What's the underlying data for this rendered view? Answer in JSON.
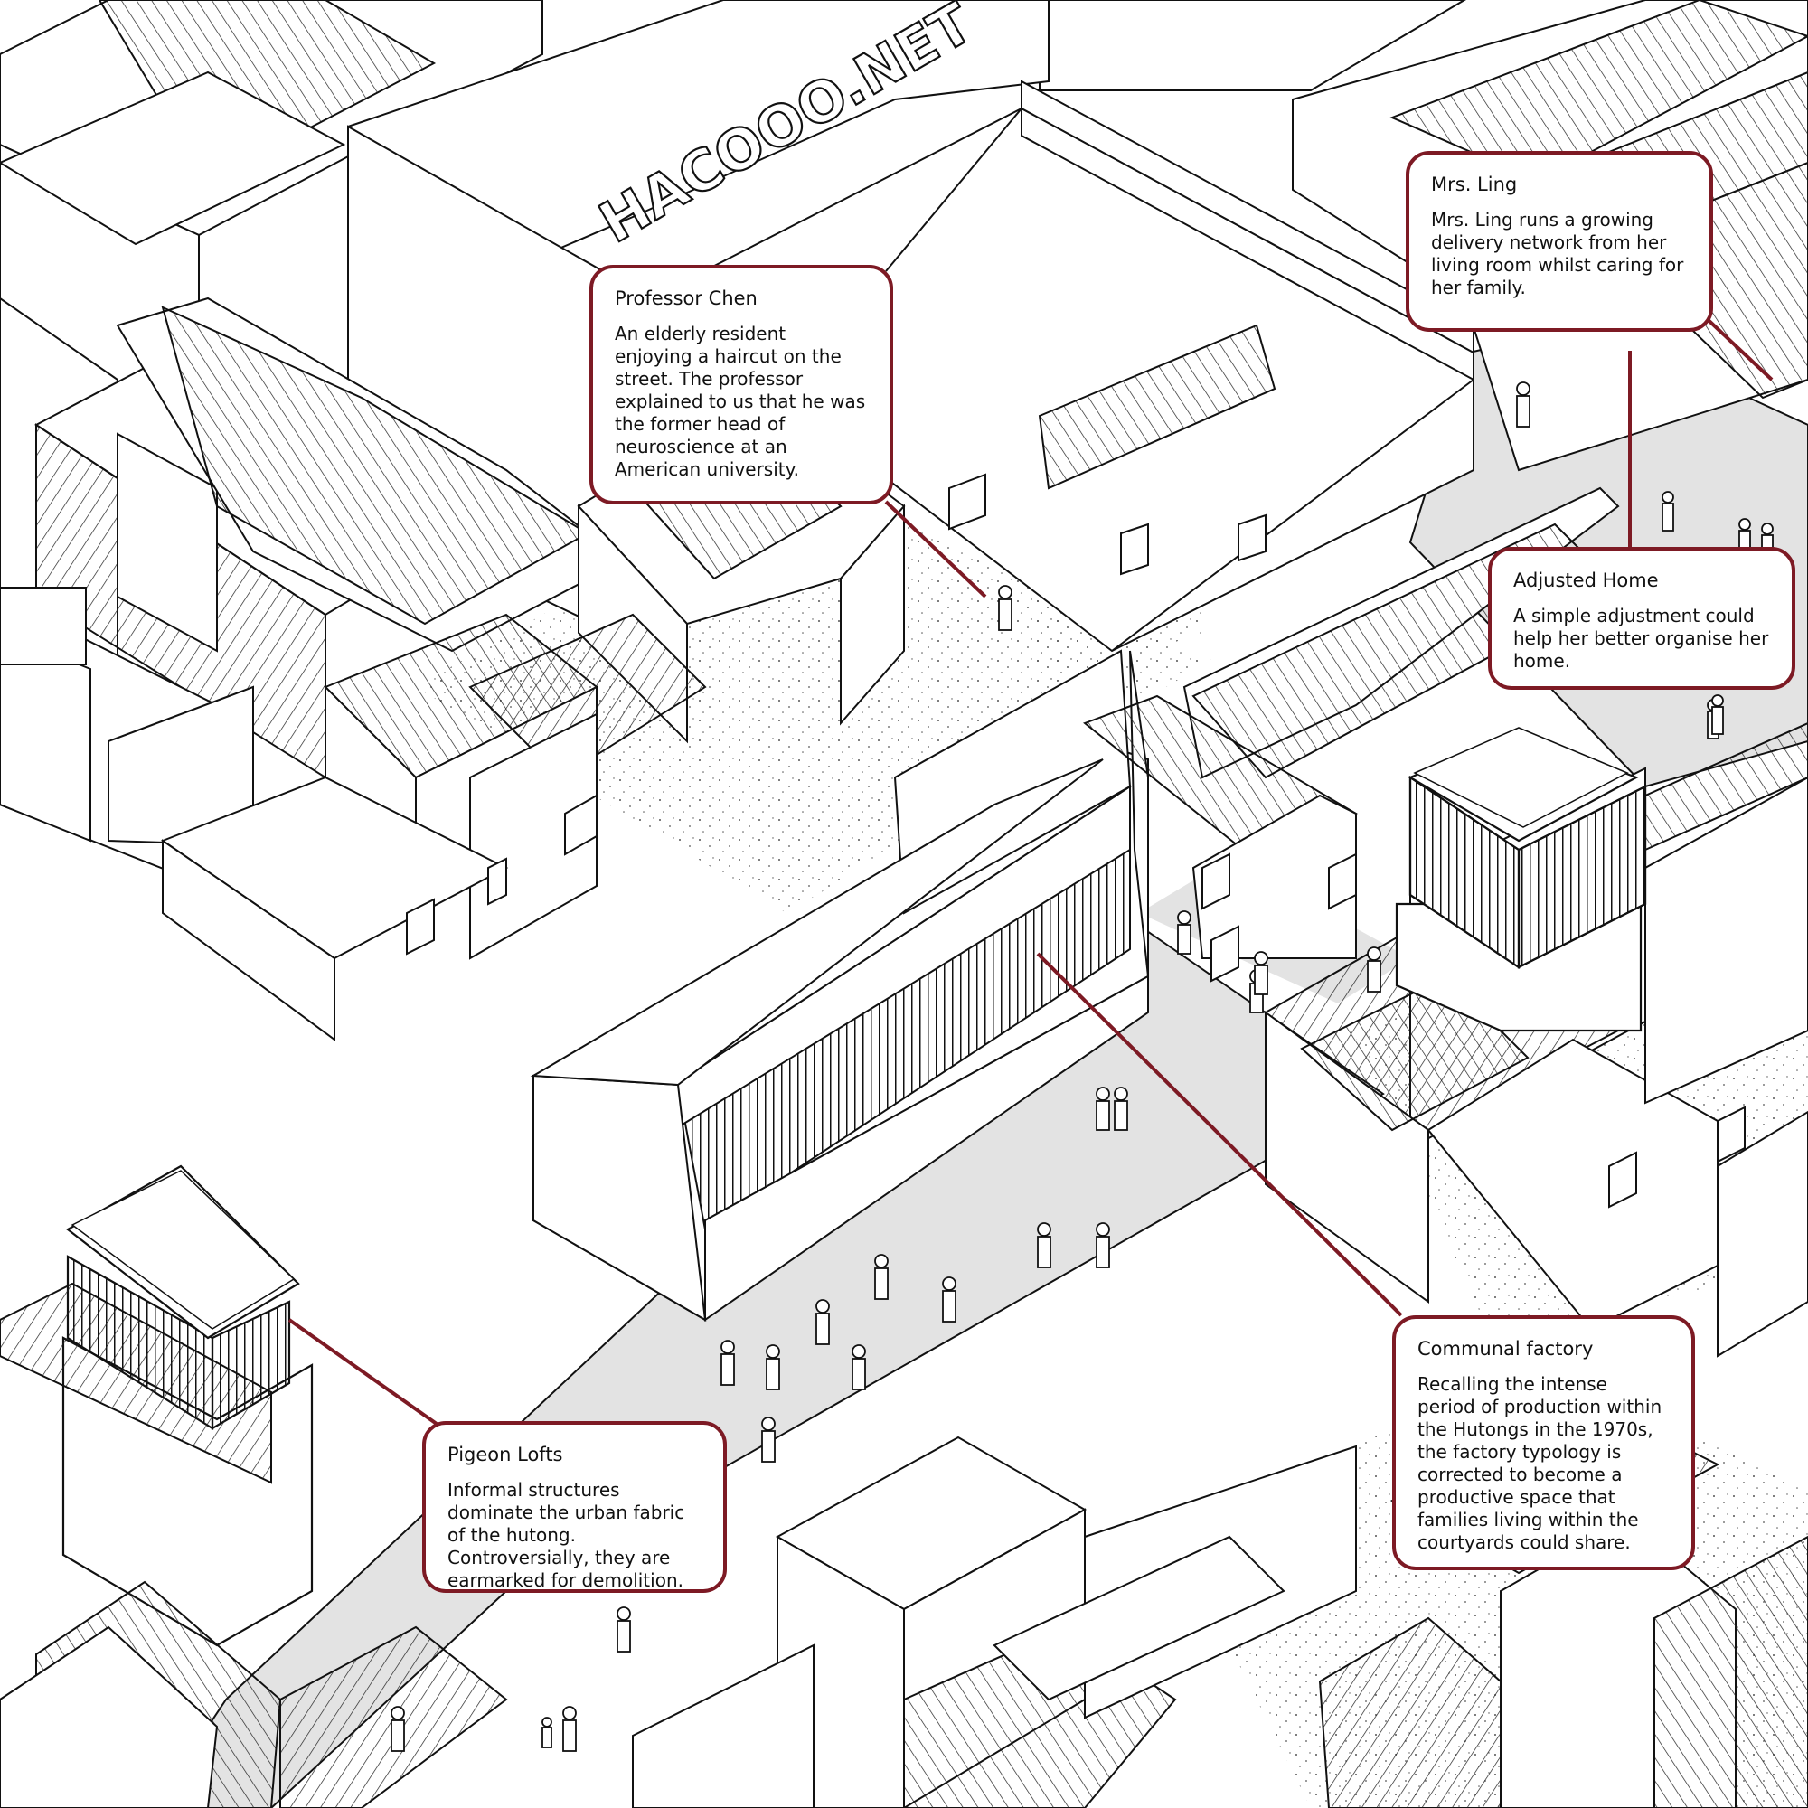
{
  "colors": {
    "accent": "#7d1a24",
    "line": "#111111",
    "street": "#e3e3e3",
    "paper": "#ffffff"
  },
  "signage": {
    "text": "HACOOO.NET"
  },
  "callouts": [
    {
      "key": "professor",
      "title": "Professor Chen",
      "body": "An elderly resident enjoying a haircut on the street. The professor explained to us that he was the former head of neuroscience at an American university."
    },
    {
      "key": "ling",
      "title": "Mrs. Ling",
      "body": "Mrs. Ling runs a growing delivery network from her living room whilst caring for her family."
    },
    {
      "key": "adjusted",
      "title": "Adjusted Home",
      "body": "A simple adjustment could help her better organise her home."
    },
    {
      "key": "factory",
      "title": "Communal factory",
      "body": "Recalling the intense period of production within the Hutongs in the 1970s, the factory typology is corrected to become a productive space that families living within the courtyards could share."
    },
    {
      "key": "lofts",
      "title": "Pigeon Lofts",
      "body": "Informal structures dominate the urban fabric of the hutong. Controversially, they are earmarked for demolition."
    }
  ]
}
